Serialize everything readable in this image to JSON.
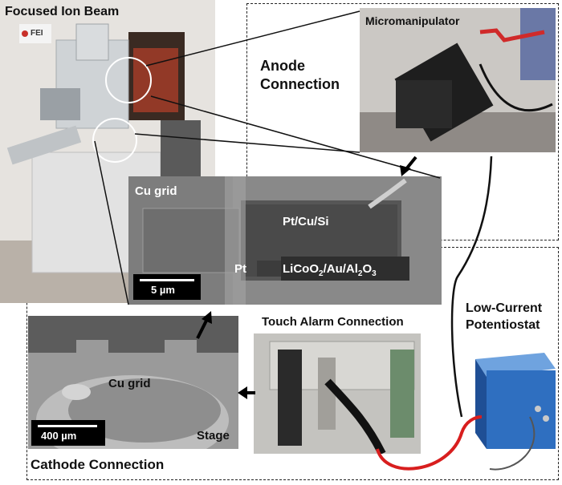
{
  "labels": {
    "fib_title": "Focused Ion Beam",
    "fei_logo": "FEI",
    "micromanipulator": "Micromanipulator",
    "anode_line1": "Anode",
    "anode_line2": "Connection",
    "cu_grid_sem": "Cu grid",
    "pt_cu_si": "Pt/Cu/Si",
    "pt": "Pt",
    "stack_main": "LiCoO",
    "stack_sub1": "2",
    "stack_mid": "/Au/Al",
    "stack_sub2": "2",
    "stack_o": "O",
    "stack_sub3": "3",
    "scale_5": "5 µm",
    "touch_alarm": "Touch Alarm Connection",
    "potentiostat_line1": "Low-Current",
    "potentiostat_line2": "Potentiostat",
    "cu_grid_low": "Cu grid",
    "stage": "Stage",
    "scale_400": "400 µm",
    "cathode": "Cathode Connection"
  },
  "colors": {
    "dashed_border": "#222222",
    "red_cable": "#d81e1e",
    "black_cable": "#111111",
    "sem_gray": "#8c8c8c",
    "potentiostat_blue": "#2f6fc0"
  },
  "icons": [
    "arrow-icon",
    "potentiostat-device-icon",
    "cable-icon"
  ]
}
